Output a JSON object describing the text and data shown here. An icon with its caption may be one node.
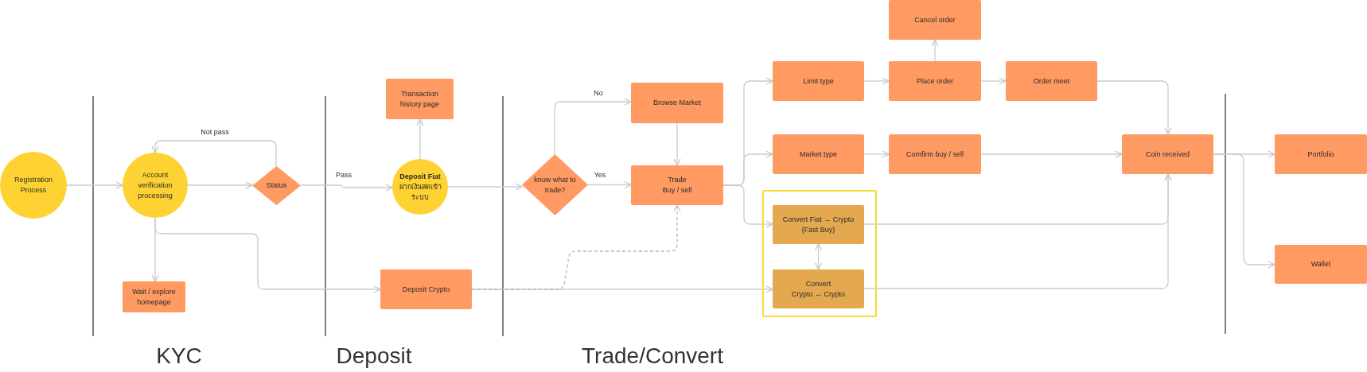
{
  "diagram": {
    "nodes": [
      {
        "text": [
          "Registration Process"
        ]
      },
      {
        "text": [
          "Account verification processing"
        ]
      },
      {
        "text": [
          "Status"
        ]
      },
      {
        "text": [
          "Wait / explore homepage"
        ]
      },
      {
        "text": [
          "Transaction history page"
        ]
      },
      {
        "text": [
          "Deposit Fiat",
          "ฝากเงินสดเข้าระบบ"
        ]
      },
      {
        "text": [
          "Deposit Crypto"
        ]
      },
      {
        "text": [
          "know what to trade?"
        ]
      },
      {
        "text": [
          "Browse Market"
        ]
      },
      {
        "text": [
          "Trade",
          "Buy / sell"
        ]
      },
      {
        "text": [],
        "shape": "box"
      },
      {
        "text": [
          "Convert Fiat → Crypto",
          "(Fast Buy)"
        ],
        "in": 10
      },
      {
        "text": [
          "Convert",
          "Crypto ↔ Crypto"
        ],
        "in": 10
      },
      {
        "text": [
          "Cancel order"
        ]
      },
      {
        "text": [
          "Limit type"
        ]
      },
      {
        "text": [
          "Place order"
        ]
      },
      {
        "text": [
          "Order meet"
        ]
      },
      {
        "text": [
          "Market type"
        ]
      },
      {
        "text": [
          "Comfirm buy / sell"
        ]
      },
      {
        "text": [
          "Coin received"
        ]
      },
      {
        "text": [
          "Portfolio"
        ]
      },
      {
        "text": [
          "Wallet"
        ]
      }
    ],
    "edges": [
      {
        "from": 0,
        "to": 1,
        "arrow": "to"
      },
      {
        "from": 1,
        "to": 2,
        "arrow": "to"
      },
      {
        "from": 2,
        "to": 1,
        "arrow": "to",
        "label": "Not pass"
      },
      {
        "from": 2,
        "to": 5,
        "arrow": "to",
        "label": "Pass"
      },
      {
        "from": 1,
        "to": 3,
        "arrow": "to"
      },
      {
        "from": 1,
        "to": 6,
        "arrow": "to"
      },
      {
        "from": 5,
        "to": 4,
        "arrow": "to"
      },
      {
        "from": 5,
        "to": 7,
        "arrow": "to"
      },
      {
        "from": 7,
        "to": 8,
        "arrow": "to",
        "label": "No"
      },
      {
        "from": 7,
        "to": 9,
        "arrow": "to",
        "label": "Yes"
      },
      {
        "from": 8,
        "to": 9,
        "arrow": "to"
      },
      {
        "from": 6,
        "to": 12,
        "arrow": "to"
      },
      {
        "from": 6,
        "to": 9,
        "arrow": "to",
        "style": "dashed"
      },
      {
        "from": 9,
        "to": 14,
        "arrow": "to"
      },
      {
        "from": 9,
        "to": 17,
        "arrow": "to"
      },
      {
        "from": 9,
        "to": 11,
        "arrow": "to"
      },
      {
        "from": 11,
        "to": 12,
        "arrow": "both"
      },
      {
        "from": 14,
        "to": 15,
        "arrow": "to"
      },
      {
        "from": 15,
        "to": 13,
        "arrow": "to"
      },
      {
        "from": 15,
        "to": 16,
        "arrow": "to"
      },
      {
        "from": 16,
        "to": 19,
        "arrow": "to"
      },
      {
        "from": 17,
        "to": 18,
        "arrow": "to"
      },
      {
        "from": 18,
        "to": 19,
        "arrow": "to"
      },
      {
        "from": 11,
        "to": 19,
        "arrow": "to"
      },
      {
        "from": 12,
        "to": 19,
        "arrow": "to"
      },
      {
        "from": 19,
        "to": 20,
        "arrow": "to"
      },
      {
        "from": 19,
        "to": 21,
        "arrow": "to"
      }
    ],
    "labels": [
      "KYC",
      "Deposit",
      "Trade/Convert"
    ]
  }
}
